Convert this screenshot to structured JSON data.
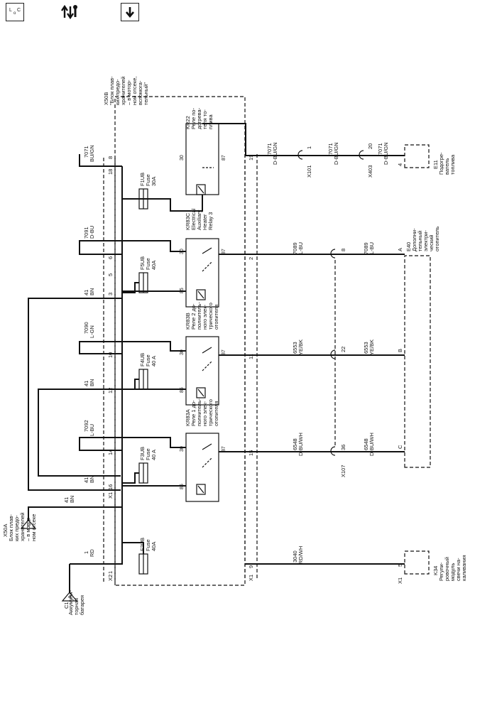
{
  "toolbar": {
    "buttons": [
      {
        "name": "location-icon-button",
        "glyph": "L o C"
      },
      {
        "name": "flow-icon-button",
        "glyph": "↑↓"
      },
      {
        "name": "download-button",
        "glyph": "↓"
      }
    ]
  },
  "diagram": {
    "fusebox": {
      "title": "X50B",
      "desc": [
        "\"Блок плав-",
        "ких предо-",
        "хранителей",
        "– в мотор-",
        "ном отсеке,",
        "вспомога-",
        "тельный\""
      ]
    },
    "relays": [
      {
        "id": "KR22",
        "lines": [
          "Реле по-",
          "догрева-",
          "теля то-",
          "плива"
        ],
        "p30": "30",
        "p87": "87",
        "p85": ""
      },
      {
        "id": "KR83C",
        "lines": [
          "Electrical",
          "Auxiliary",
          "Heater",
          "Relay 3"
        ],
        "p30": "30",
        "p87": "87",
        "p85": "85"
      },
      {
        "id": "KR83B",
        "lines": [
          "Реле 2 до-",
          "полнитель-",
          "ного элек-",
          "трического",
          "отопителя"
        ],
        "p30": "30",
        "p87": "87",
        "p85": "85"
      },
      {
        "id": "KR83A",
        "lines": [
          "Реле 1 до-",
          "полнитель-",
          "ного элек-",
          "трического",
          "отопителя"
        ],
        "p30": "30",
        "p87": "87",
        "p85": "85"
      }
    ],
    "fuses": [
      {
        "id": "F1UB",
        "label": "Fuse",
        "rating": "30A"
      },
      {
        "id": "F5UB",
        "label": "Fuse",
        "rating": "40A"
      },
      {
        "id": "F4UB",
        "label": "Fuse",
        "rating": "40 A"
      },
      {
        "id": "F3UB",
        "label": "Fuse",
        "rating": "40 A"
      },
      {
        "id": "F2UB",
        "label": "Fuse",
        "rating": "40A"
      }
    ],
    "wires_left": [
      {
        "num": "7071",
        "color": "BU/GN"
      },
      {
        "num": "7091",
        "color": "D-BU"
      },
      {
        "num": "41",
        "color": "BN"
      },
      {
        "num": "7090",
        "color": "L-GN"
      },
      {
        "num": "41",
        "color": "BN"
      },
      {
        "num": "7092",
        "color": "L-BU"
      },
      {
        "num": "41",
        "color": "BN"
      },
      {
        "num": "41",
        "color": "BN"
      },
      {
        "num": "1",
        "color": "RD"
      }
    ],
    "pins_left": [
      "8",
      "18",
      "6",
      "5",
      "3",
      "10",
      "12",
      "14",
      "16",
      "1"
    ],
    "pins_right": [
      "19",
      "2",
      "11",
      "15",
      "9"
    ],
    "connectors": {
      "x1": "X1",
      "x2": "X2",
      "x1r": "X1"
    },
    "wires_right": [
      {
        "num": "7071",
        "color": "D-BU/GN"
      },
      {
        "num": "7071",
        "color": "D-BU/GN"
      },
      {
        "num": "7071",
        "color": "D-BU/GN"
      },
      {
        "num": "7089",
        "color": "L-BU"
      },
      {
        "num": "7089",
        "color": "L-BU"
      },
      {
        "num": "6553",
        "color": "YE/BK"
      },
      {
        "num": "6553",
        "color": "YE/BK"
      },
      {
        "num": "6548",
        "color": "D-BU/WH"
      },
      {
        "num": "6548",
        "color": "D-BU/WH"
      },
      {
        "num": "3040",
        "color": "RD/WH"
      }
    ],
    "inline": [
      {
        "pin": "1",
        "conn": "X101"
      },
      {
        "pin": "20",
        "conn": "X403"
      },
      {
        "pin": "8",
        "conn": ""
      },
      {
        "pin": "22",
        "conn": ""
      },
      {
        "pin": "36",
        "conn": "X107"
      }
    ],
    "e11": {
      "pin": "4",
      "id": "E11",
      "lines": [
        "Подогре-",
        "ватель",
        "топлива"
      ]
    },
    "e40": {
      "id": "E40",
      "lines": [
        "Дополни-",
        "тельный",
        "электри-",
        "ческий",
        "отопитель"
      ],
      "pins": [
        "A",
        "B",
        "C"
      ]
    },
    "k34": {
      "conn": "X1",
      "pin": "5",
      "id": "K34",
      "lines": [
        "Регули-",
        "ровочный",
        "модуль",
        "свечи на-",
        "каливания"
      ]
    },
    "c1": {
      "letter": "A",
      "id": "C1",
      "lines": [
        "Аккумуля-",
        "торная",
        "батарея"
      ]
    },
    "x50a": {
      "letter": "U",
      "id": "X50A",
      "lines": [
        "Блок плав-",
        "ких предо-",
        "хранителей",
        "– в мотор-",
        "ном отсеке"
      ]
    }
  }
}
